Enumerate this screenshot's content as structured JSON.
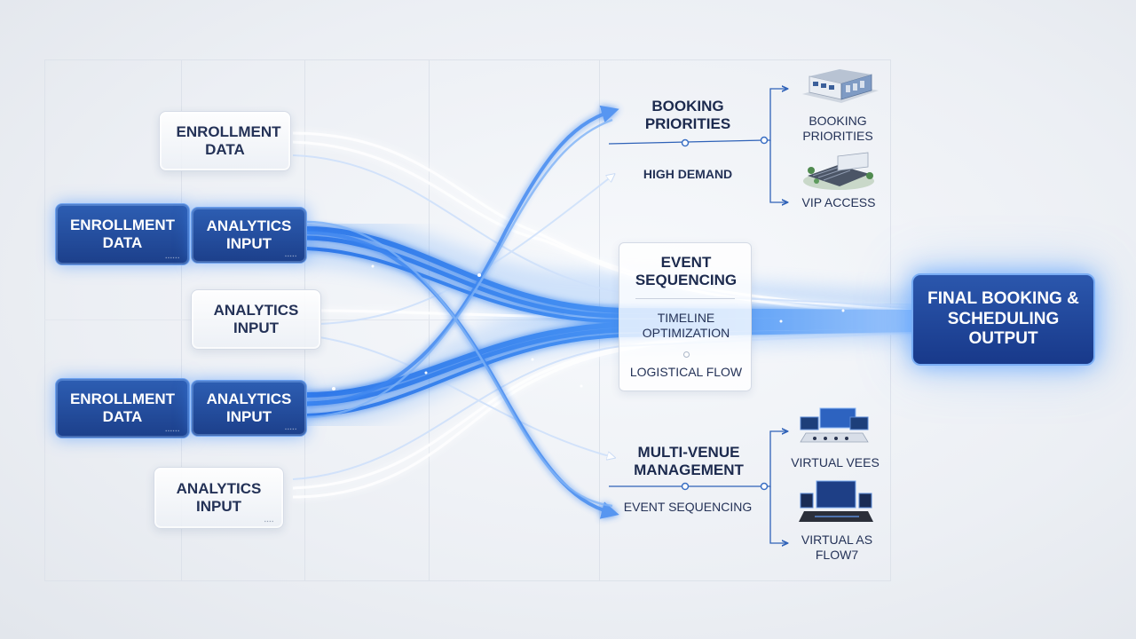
{
  "inputs": {
    "light_1": "ENROLLMENT DATA",
    "dark_pair_1": {
      "left": "ENROLLMENT DATA",
      "right": "ANALYTICS INPUT"
    },
    "light_2": "ANALYTICS INPUT",
    "dark_pair_2": {
      "left": "ENROLLMENT DATA",
      "right": "ANALYTICS INPUT"
    },
    "light_3": "ANALYTICS INPUT"
  },
  "branches": {
    "booking_priorities": "BOOKING PRIORITIES",
    "high_demand": "HIGH DEMAND",
    "multi_venue": "MULTI-VENUE MANAGEMENT",
    "event_sequencing_lower": "EVENT SEQUENCING"
  },
  "center_panel": {
    "title": "EVENT SEQUENCING",
    "item_1": "TIMELINE OPTIMIZATION",
    "item_2": "LOGISTICAL FLOW"
  },
  "outcomes": {
    "booking_priorities": "BOOKING PRIORITIES",
    "vip_access": "VIP ACCESS",
    "virtual_vees": "VIRTUAL VEES",
    "virtual_as_flow": "VIRTUAL AS FLOW7"
  },
  "final_output": "FINAL BOOKING & SCHEDULING OUTPUT",
  "colors": {
    "flow_blue": "#3d86f0",
    "flow_light": "#b8d4fb",
    "box_dark": "#1f448f",
    "text_navy": "#1c2a4e",
    "connector": "#2f62b8"
  },
  "icons": [
    "venue-building-icon",
    "stadium-icon",
    "virtual-stage-icon",
    "virtual-event-screen-icon"
  ]
}
